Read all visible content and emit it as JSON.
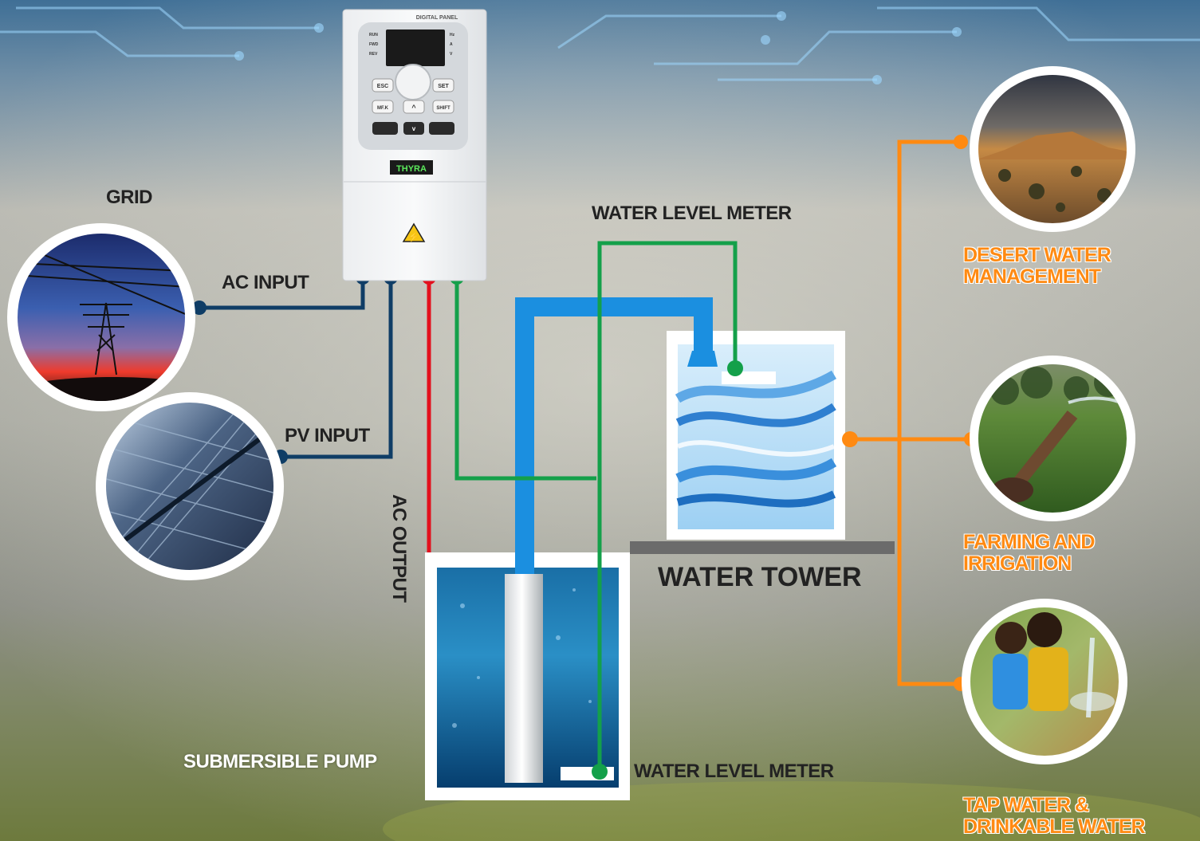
{
  "colors": {
    "ac_input_line": "#0f3d66",
    "pv_input_line": "#0f3d66",
    "ac_output_line": "#e3101d",
    "level_meter_line": "#14a04a",
    "water_pipe": "#1b8fe0",
    "distribution_line": "#ff8a12",
    "label_orange": "#ff8a12"
  },
  "inverter": {
    "panel_title": "DIGITAL PANEL",
    "brand": "THYRA",
    "indicators": [
      "RUN",
      "FWD",
      "REV"
    ],
    "indicator_units": [
      "Hz",
      "A",
      "V"
    ],
    "keys": {
      "esc": "ESC",
      "set": "SET",
      "mfk": "MF.K",
      "up": "^",
      "shift": "SHIFT",
      "down": "v"
    },
    "warning_symbol": "⚡"
  },
  "labels": {
    "grid": "GRID",
    "ac_input": "AC INPUT",
    "pv_input": "PV INPUT",
    "ac_output": "AC OUTPUT",
    "water_level_meter_top": "WATER LEVEL METER",
    "water_level_meter_bottom": "WATER LEVEL METER",
    "water_tower": "WATER TOWER",
    "submersible_pump": "SUBMERSIBLE PUMP"
  },
  "applications": [
    {
      "line1": "DESERT WATER",
      "line2": "MANAGEMENT",
      "image": "desert-landscape"
    },
    {
      "line1": "FARMING AND",
      "line2": "IRRIGATION",
      "image": "irrigation-field"
    },
    {
      "line1": "TAP WATER &",
      "line2": "DRINKABLE WATER",
      "image": "children-tap-water"
    }
  ],
  "sources": [
    {
      "name": "grid",
      "image": "power-pylon-sunset"
    },
    {
      "name": "pv",
      "image": "solar-panel"
    }
  ]
}
